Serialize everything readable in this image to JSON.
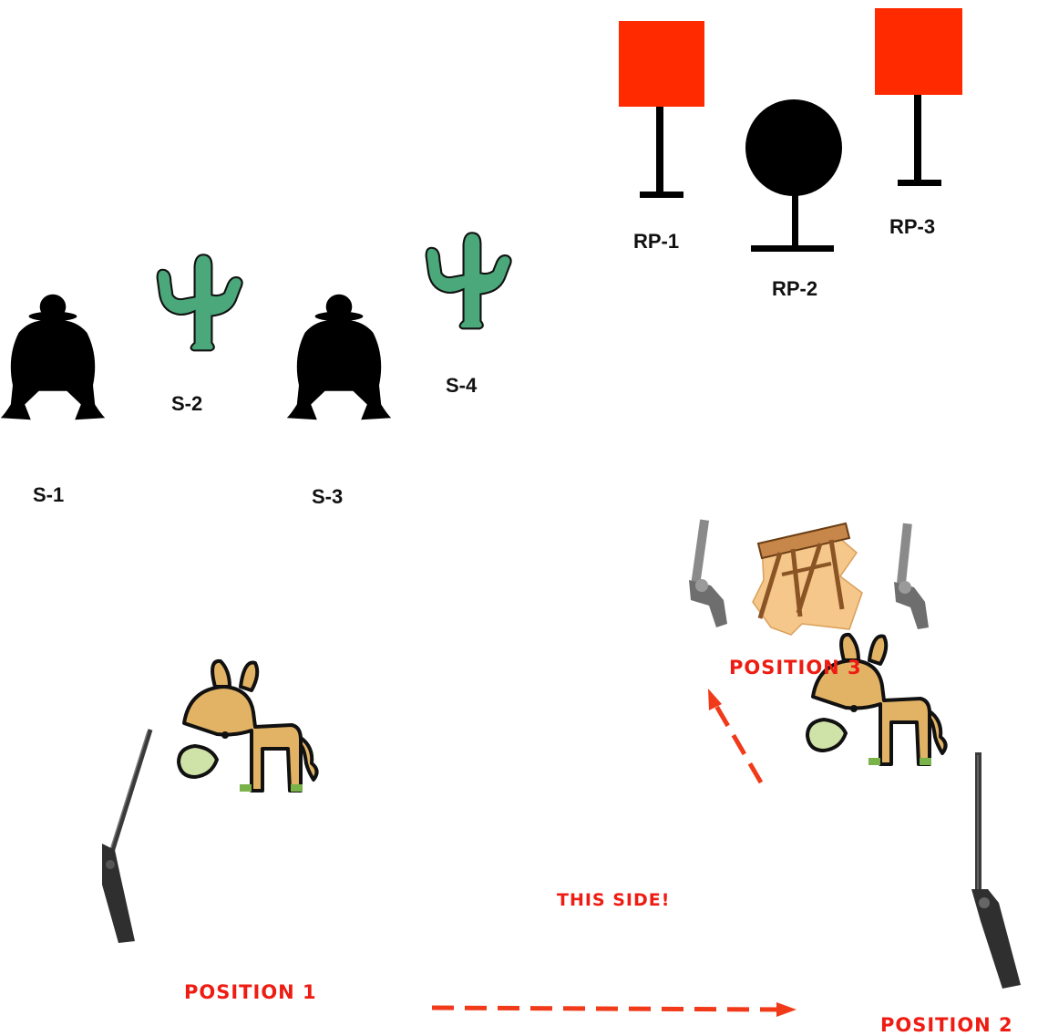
{
  "targets": {
    "shooters": [
      {
        "label": "S-1",
        "kind": "bandit-silhouette-icon"
      },
      {
        "label": "S-2",
        "kind": "cactus-icon"
      },
      {
        "label": "S-3",
        "kind": "bandit-silhouette-icon"
      },
      {
        "label": "S-4",
        "kind": "cactus-icon"
      }
    ],
    "rifle_pistol": [
      {
        "label": "RP-1",
        "shape": "square"
      },
      {
        "label": "RP-2",
        "shape": "circle"
      },
      {
        "label": "RP-3",
        "shape": "square"
      }
    ]
  },
  "positions": {
    "p1": {
      "label": "POSITION 1",
      "props": [
        "shotgun-icon",
        "donkey-icon"
      ]
    },
    "p2": {
      "label": "POSITION 2",
      "props": [
        "donkey-icon",
        "rifle-icon"
      ]
    },
    "p3": {
      "label": "POSITION 3",
      "props": [
        "revolver-icon",
        "sawhorse-table-icon",
        "revolver-icon"
      ]
    }
  },
  "annotation": {
    "text": "THIS SIDE!"
  },
  "colors": {
    "square_target": "#ff2a00",
    "circle_target": "#000000",
    "cactus_fill": "#4aa87a",
    "donkey_body": "#e2b365",
    "donkey_muzzle": "#cfe3a8",
    "position_text": "#ee1c12",
    "arrow": "#f03a1a"
  }
}
